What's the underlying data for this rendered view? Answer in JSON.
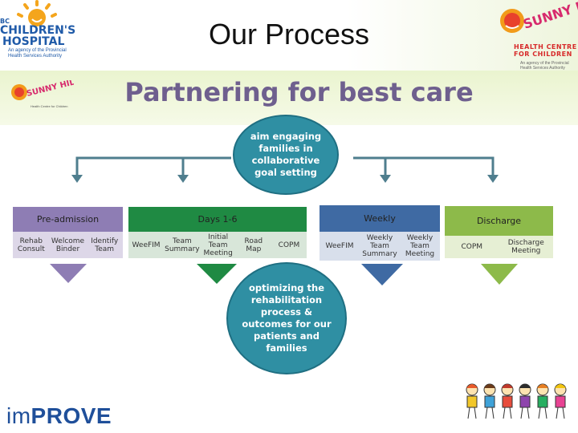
{
  "header": {
    "title": "Our Process",
    "subtitle": "Partnering for best care"
  },
  "logos": {
    "bc_childrens": {
      "line1": "BC",
      "line2": "CHILDREN'S",
      "line3": "HOSPITAL",
      "tagline": "An agency of the Provincial Health Services Authority"
    },
    "sunny_hill_top": {
      "name": "SUNNY HILL",
      "line1": "HEALTH CENTRE",
      "line2": "FOR CHILDREN",
      "tagline": "An agency of the Provincial Health Services Authority"
    },
    "sunny_hill_small": {
      "name": "SUNNY HILL",
      "tagline": "Health Centre for Children"
    },
    "improve": {
      "prefix": "im",
      "main": "PROVE"
    }
  },
  "diagram": {
    "aim_circle": "aim engaging families in collaborative goal setting",
    "outcome_circle": "optimizing the rehabilitation process & outcomes for our patients and families",
    "phases": [
      {
        "title": "Pre-admission",
        "color": "#8e7db4",
        "steps": [
          "Rehab Consult",
          "Welcome Binder",
          "Identify Team"
        ]
      },
      {
        "title": "Days 1-6",
        "color": "#1f8a43",
        "steps": [
          "WeeFIM",
          "Team Summary",
          "Initial Team Meeting",
          "Road Map",
          "COPM"
        ]
      },
      {
        "title": "Weekly",
        "color": "#3f6aa3",
        "steps": [
          "WeeFIM",
          "Weekly Team Summary",
          "Weekly Team Meeting"
        ]
      },
      {
        "title": "Discharge",
        "color": "#8dba4a",
        "steps": [
          "COPM",
          "Discharge Meeting"
        ]
      }
    ]
  }
}
